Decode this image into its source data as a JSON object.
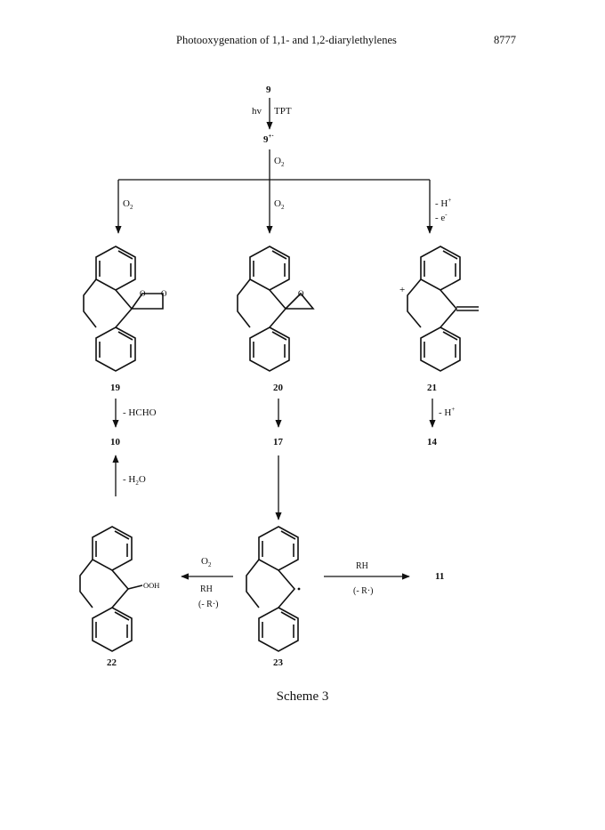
{
  "header": {
    "running_title": "Photooxygenation of 1,1- and 1,2-diarylethylenes",
    "page_number": "8777"
  },
  "scheme": {
    "start": {
      "compound": "9",
      "reagent_left": "hv",
      "reagent_right": "TPT",
      "radical_cation": "9",
      "radical_cation_sup": "+·"
    },
    "o2_main": "O",
    "o2_sub": "2",
    "branch_left": {
      "label": "O",
      "sub": "2"
    },
    "branch_mid": {
      "label": "O",
      "sub": "2"
    },
    "branch_right": {
      "line1": "- H",
      "line1_sup": "+",
      "line2": "- e",
      "line2_sup": "-"
    },
    "compounds": {
      "c19": "19",
      "c20": "20",
      "c21": "21",
      "c10": "10",
      "c17": "17",
      "c14": "14",
      "c22": "22",
      "c23": "23",
      "c11": "11"
    },
    "step_19_10": "- HCHO",
    "step_21_14": {
      "text": "- H",
      "sup": "+"
    },
    "step_22_10": {
      "text": "- H",
      "sub": "2",
      "tail": "O"
    },
    "atom_O": "O",
    "ooh_label": "OOH",
    "plus_sign": "+",
    "arrow_23_22": {
      "top_main": "O",
      "top_sub": "2",
      "bottom1": "RH",
      "bottom2": "(- R·)"
    },
    "arrow_23_11": {
      "top": "RH",
      "bottom": "(- R·)"
    }
  },
  "caption": "Scheme 3"
}
